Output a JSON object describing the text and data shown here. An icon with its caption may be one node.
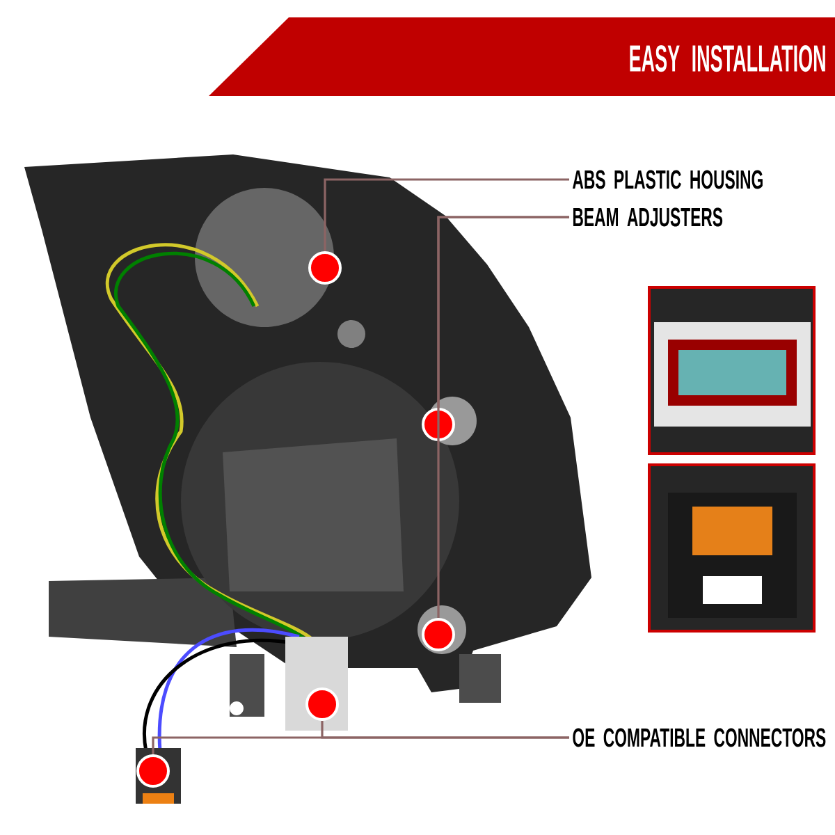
{
  "diagram": {
    "title": "EASY INSTALLATION",
    "nodes": [
      {
        "text": [
          "ABS PLASTIC HOUSING"
        ]
      },
      {
        "text": [
          "BEAM ADJUSTERS"
        ]
      },
      {
        "text": [
          "OE COMPATIBLE CONNECTORS"
        ]
      },
      {
        "text": [],
        "shape": "circle"
      },
      {
        "text": [],
        "shape": "circle"
      },
      {
        "text": [],
        "shape": "circle"
      },
      {
        "text": [],
        "shape": "circle"
      },
      {
        "text": [],
        "shape": "circle"
      }
    ],
    "edges": [
      {
        "from": 0,
        "to": 3,
        "arrow": "none"
      },
      {
        "from": 1,
        "to": 4,
        "arrow": "none"
      },
      {
        "from": 1,
        "to": 5,
        "arrow": "none"
      },
      {
        "from": 2,
        "to": 6,
        "arrow": "none"
      },
      {
        "from": 2,
        "to": 7,
        "arrow": "none"
      }
    ]
  }
}
